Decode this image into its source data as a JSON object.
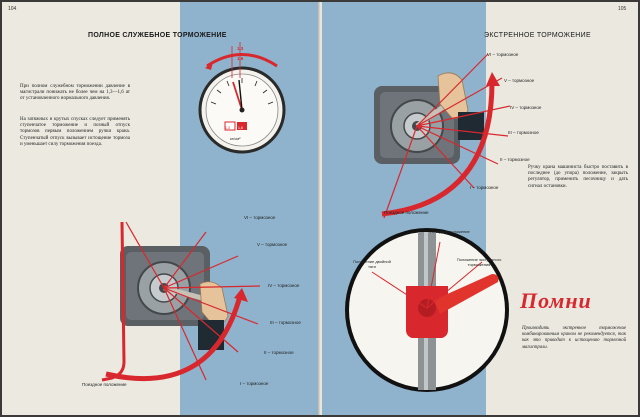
{
  "left_page": {
    "page_number": "104",
    "title": "ПОЛНОЕ СЛУЖЕБНОЕ ТОРМОЖЕНИЕ",
    "paragraph1": "При полном служебном торможении давление в магистрали понижать не более чем на 1,3—1,6 ат от установленного нормального давления.",
    "paragraph2": "На затяжных и крутых спусках следует применять ступенчатое торможение и позный отпуск тормозов первым положением ручки крана. Ступенчатый отпуск вызывает истощение тормоза и уменьшает силу торможения поезда.",
    "gauge": {
      "labels": [
        "1,3",
        "1,6"
      ],
      "unit": "кг/см²",
      "readings": [
        "1,3",
        "1,6"
      ]
    },
    "positions": [
      "VI – тормозное",
      "V – тормозное",
      "IV – тормозное",
      "III – тормозное",
      "II – тормозное",
      "I – тормозное"
    ],
    "release_label": "Поездное положение"
  },
  "right_page": {
    "page_number": "105",
    "title": "ЭКСТРЕННОЕ ТОРМОЖЕНИЕ",
    "positions": [
      "VI – тормозное",
      "V – тормозное",
      "IV – тормозное",
      "III – тормозное",
      "II – тормозное",
      "I – тормозное"
    ],
    "release_label": "Поездное положение",
    "instruction": "Ручку крана машиниста быстро поставить в последнее (до упора) положение, закрыть регулятор, применить песочницу и дать сигнал остановки.",
    "valve_labels": {
      "left": "Положение двойной тяги",
      "top": "Поездное положение",
      "right": "Положение экстренного торможения"
    },
    "remember_title": "Помни",
    "remember_text": "Производить экстренное торможение комбинированным краном не рекомендуется, так как это приводит к истощению тормозной магистрали."
  },
  "colors": {
    "accent_red": "#d8282e",
    "panel_blue": "#8fb3cc",
    "paper": "#ece9e0"
  }
}
